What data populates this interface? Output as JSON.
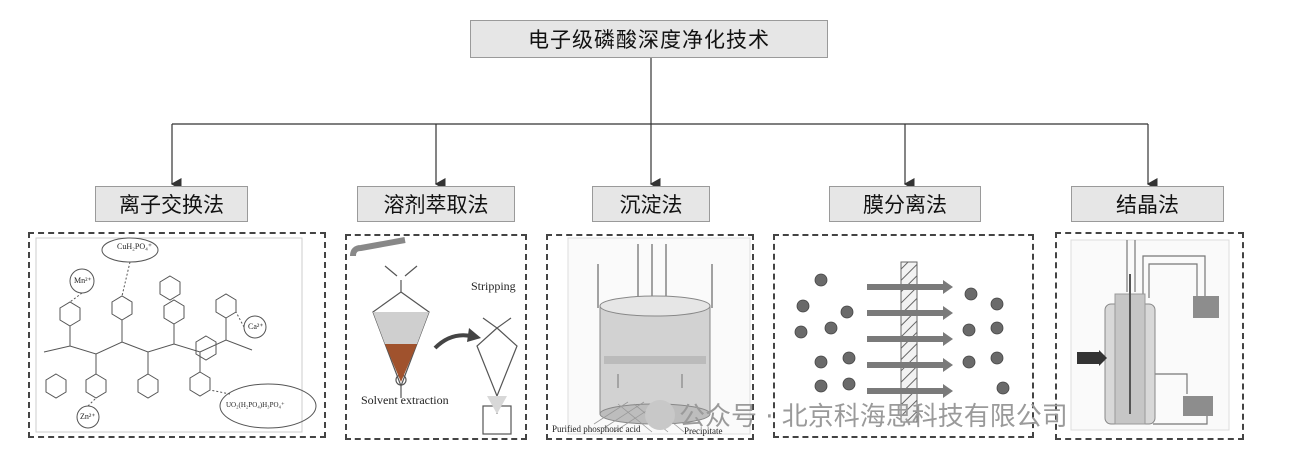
{
  "diagram": {
    "title": "电子级磷酸深度净化技术",
    "methods": [
      {
        "label": "离子交换法"
      },
      {
        "label": "溶剂萃取法"
      },
      {
        "label": "沉淀法"
      },
      {
        "label": "膜分离法"
      },
      {
        "label": "结晶法"
      }
    ],
    "ion_exchange_labels": {
      "cu": "CuH₂PO₄⁺",
      "mn": "Mn²⁺",
      "ca": "Ca²⁺",
      "zn": "Zn²⁺",
      "uo": "UO₂(H₂PO₄)H₃PO₄⁺"
    },
    "solvent_labels": {
      "stripping": "Stripping",
      "extraction": "Solvent extraction"
    },
    "precip_labels": {
      "purified": "Purified phosphoric acid",
      "precipitate": "Precipitate"
    }
  },
  "watermark": "公众号 · 北京科海思科技有限公司",
  "colors": {
    "box_fill": "#e6e6e6",
    "particle": "#6a6a6a",
    "arrow": "#777777",
    "watermark_green": "#2fbf2f"
  }
}
